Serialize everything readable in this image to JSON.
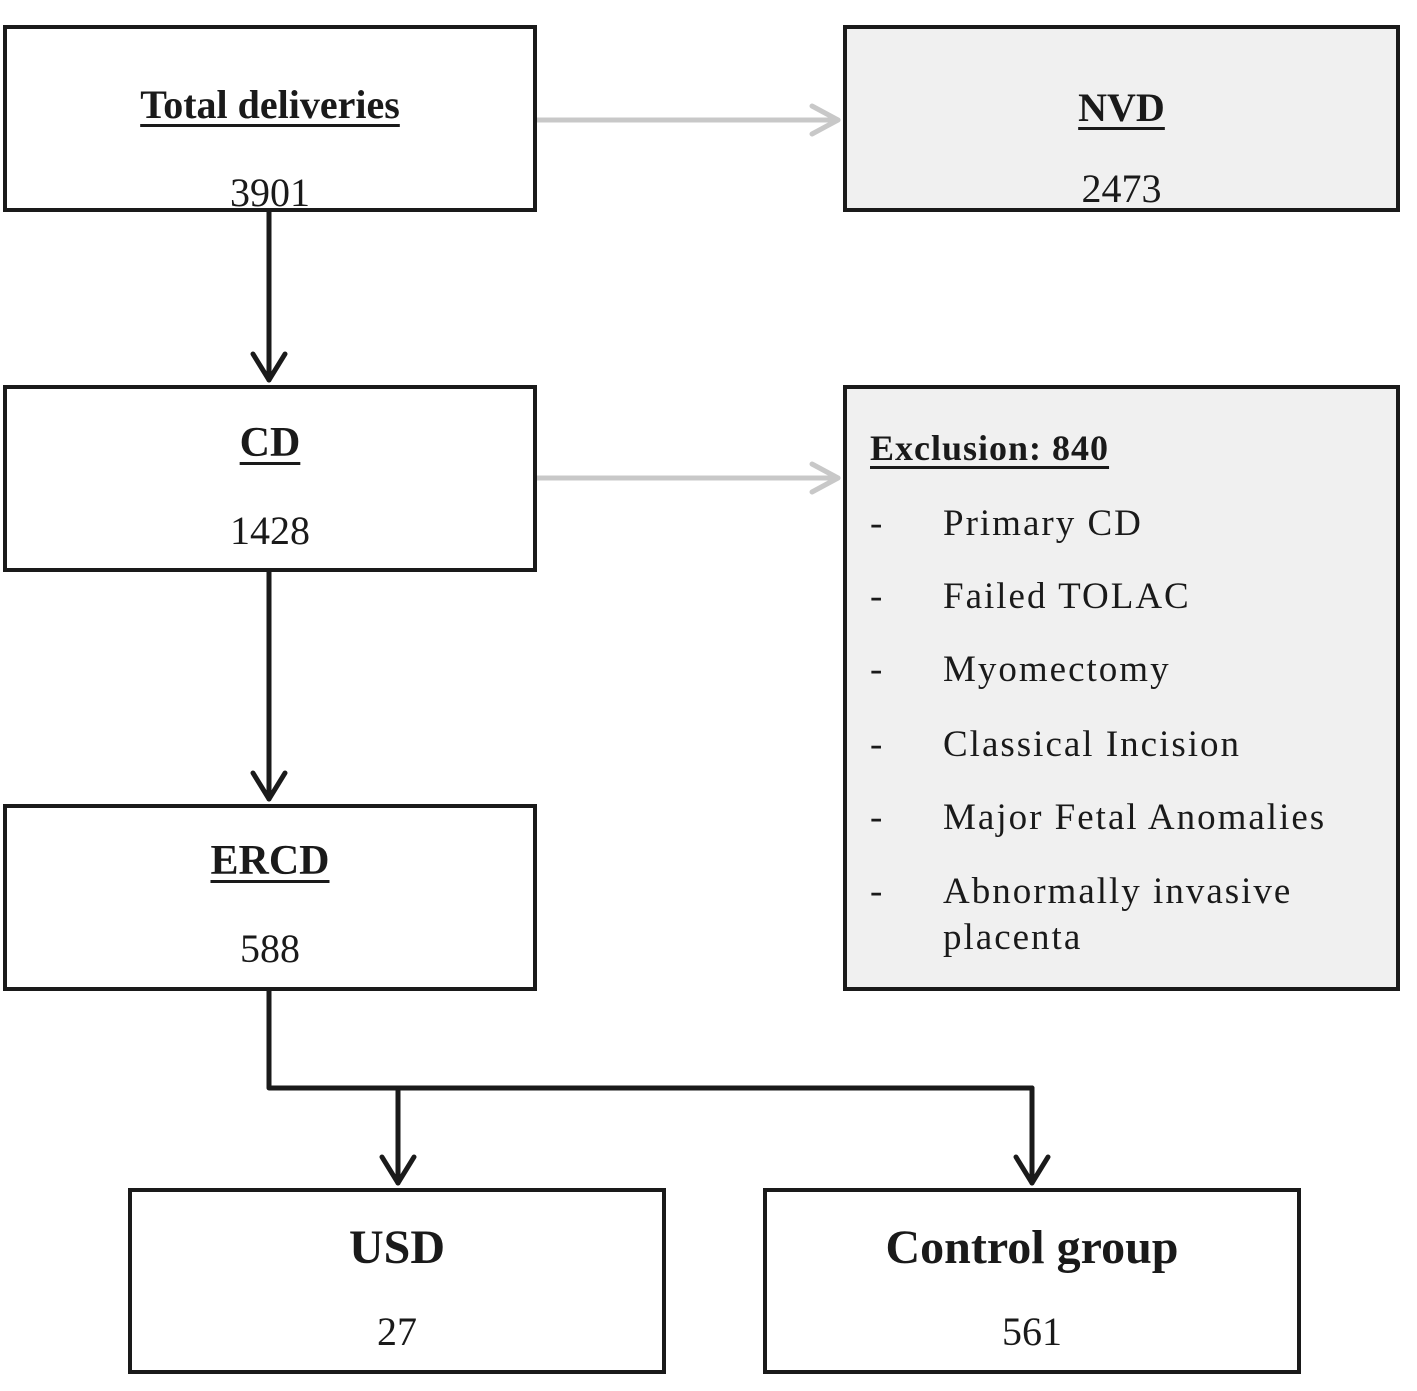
{
  "flow": {
    "total": {
      "title": "Total deliveries",
      "count": "3901"
    },
    "nvd": {
      "title": "NVD",
      "count": "2473"
    },
    "cd": {
      "title": "CD",
      "count": "1428"
    },
    "ercd": {
      "title": "ERCD",
      "count": "588"
    },
    "exclusion": {
      "title": "Exclusion: 840",
      "items": [
        {
          "dash": "-",
          "label": "Primary CD"
        },
        {
          "dash": "-",
          "label": "Failed TOLAC"
        },
        {
          "dash": "-",
          "label": "Myomectomy"
        },
        {
          "dash": "-",
          "label": "Classical Incision"
        },
        {
          "dash": "-",
          "label": "Major Fetal Anomalies"
        },
        {
          "dash": "-",
          "label": "Abnormally invasive placenta"
        }
      ]
    },
    "usd": {
      "title": "USD",
      "count": "27"
    },
    "control": {
      "title": "Control group",
      "count": "561"
    }
  },
  "colors": {
    "main_arrow": "#1a1a1a",
    "side_arrow": "#c8c8c8",
    "shaded_box": "#f0f0f0"
  }
}
